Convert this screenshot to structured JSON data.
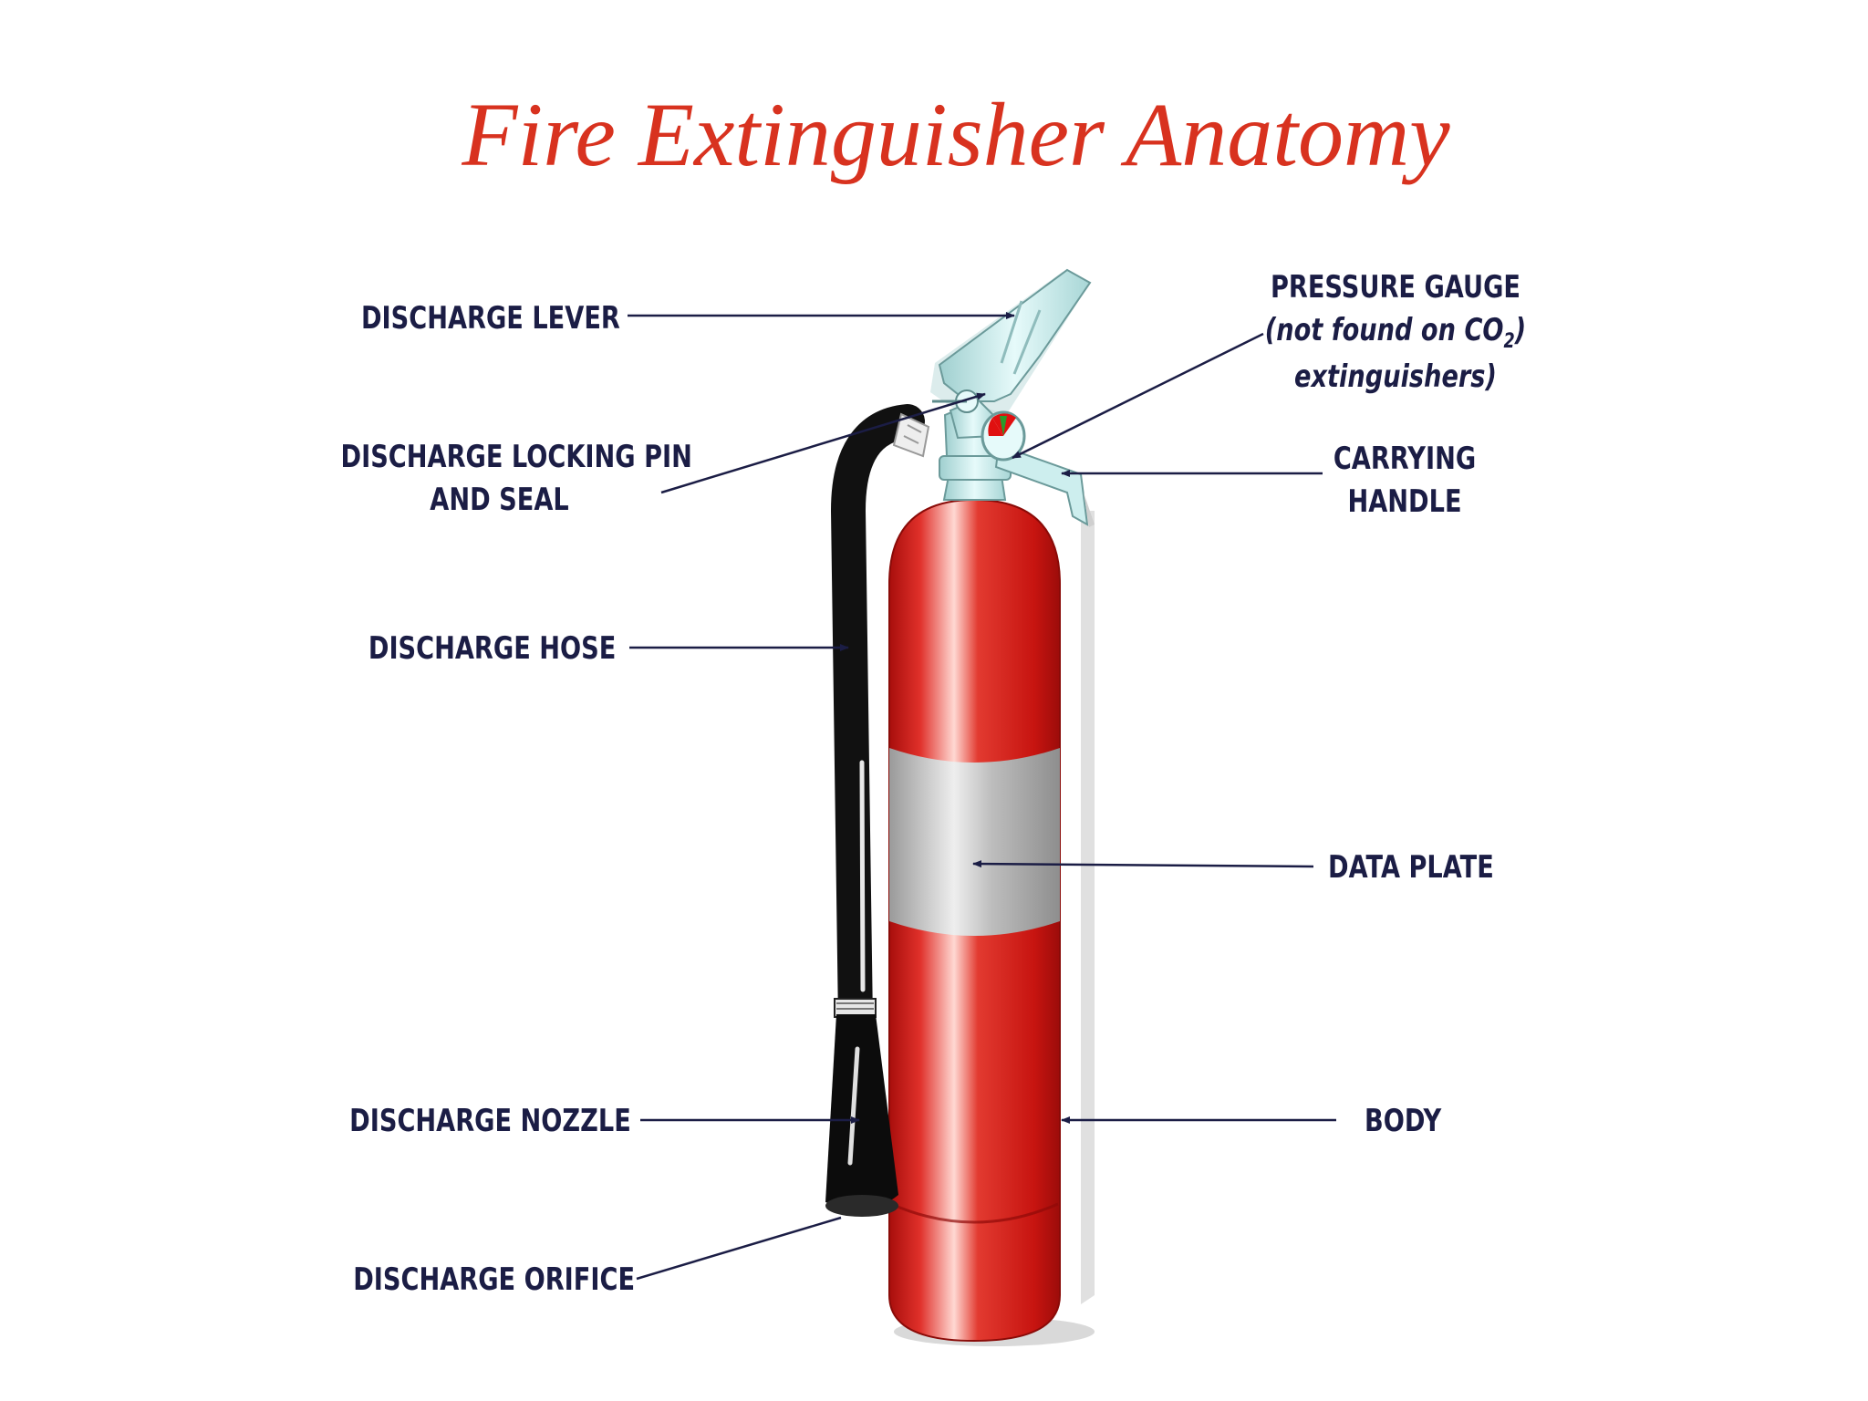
{
  "title": "Fire Extinguisher Anatomy",
  "labels": {
    "discharge_lever": "DISCHARGE LEVER",
    "locking_pin_line1": "DISCHARGE LOCKING PIN",
    "locking_pin_line2": "AND SEAL",
    "discharge_hose": "DISCHARGE HOSE",
    "discharge_nozzle": "DISCHARGE NOZZLE",
    "discharge_orifice": "DISCHARGE ORIFICE",
    "pressure_gauge_line1": "PRESSURE GAUGE",
    "pressure_gauge_line2_prefix": "(not found on CO",
    "pressure_gauge_line2_sub": "2",
    "pressure_gauge_line3": "extinguishers)",
    "carrying_handle_line1": "CARRYING",
    "carrying_handle_line2": "HANDLE",
    "data_plate": "DATA PLATE",
    "body": "BODY"
  },
  "colors": {
    "title": "#d8321f",
    "label_text": "#1b1d45",
    "cylinder_red": "#cc1512",
    "hose_black": "#111111",
    "valve_light_blue": "#cdeeee",
    "data_plate_gray": "#b8b8b8",
    "gauge_red": "#e01010",
    "gauge_green": "#2a9a2a"
  }
}
